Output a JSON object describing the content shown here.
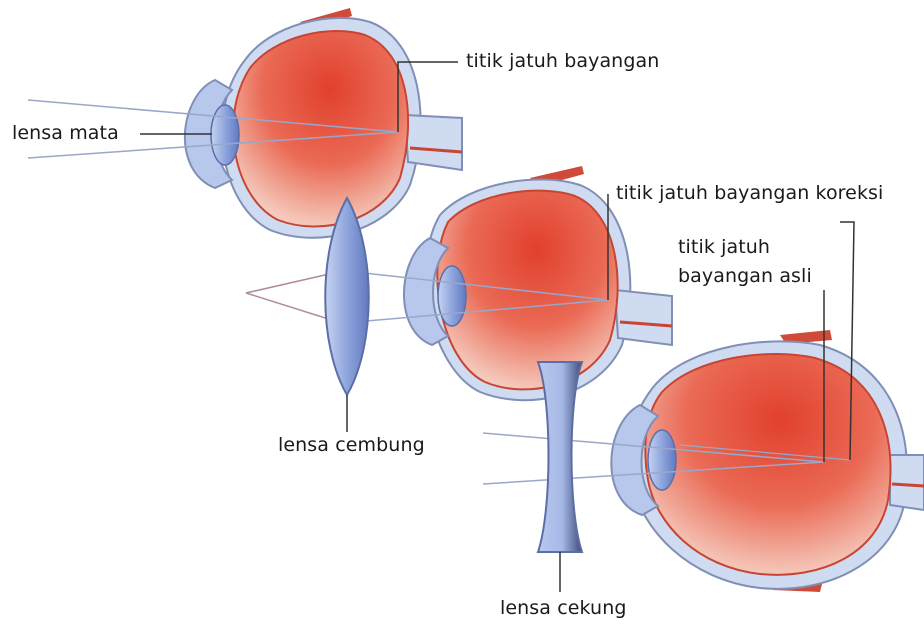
{
  "labels": {
    "lensa_mata": "lensa mata",
    "titik_jatuh_bayangan": "titik jatuh bayangan",
    "titik_jatuh_bayangan_koreksi": "titik jatuh bayangan koreksi",
    "titik_jatuh_line1": "titik jatuh",
    "bayangan_asli_line2": "bayangan asli",
    "lensa_cembung": "lensa cembung",
    "lensa_cekung": "lensa cekung"
  },
  "colors": {
    "eye_red": "#d8392a",
    "eye_outline": "#8a8aa8",
    "sclera": "#d6e0f2",
    "lens_blue": "#8ea4dc",
    "ray": "#9aa7c9",
    "leader": "#333333"
  }
}
